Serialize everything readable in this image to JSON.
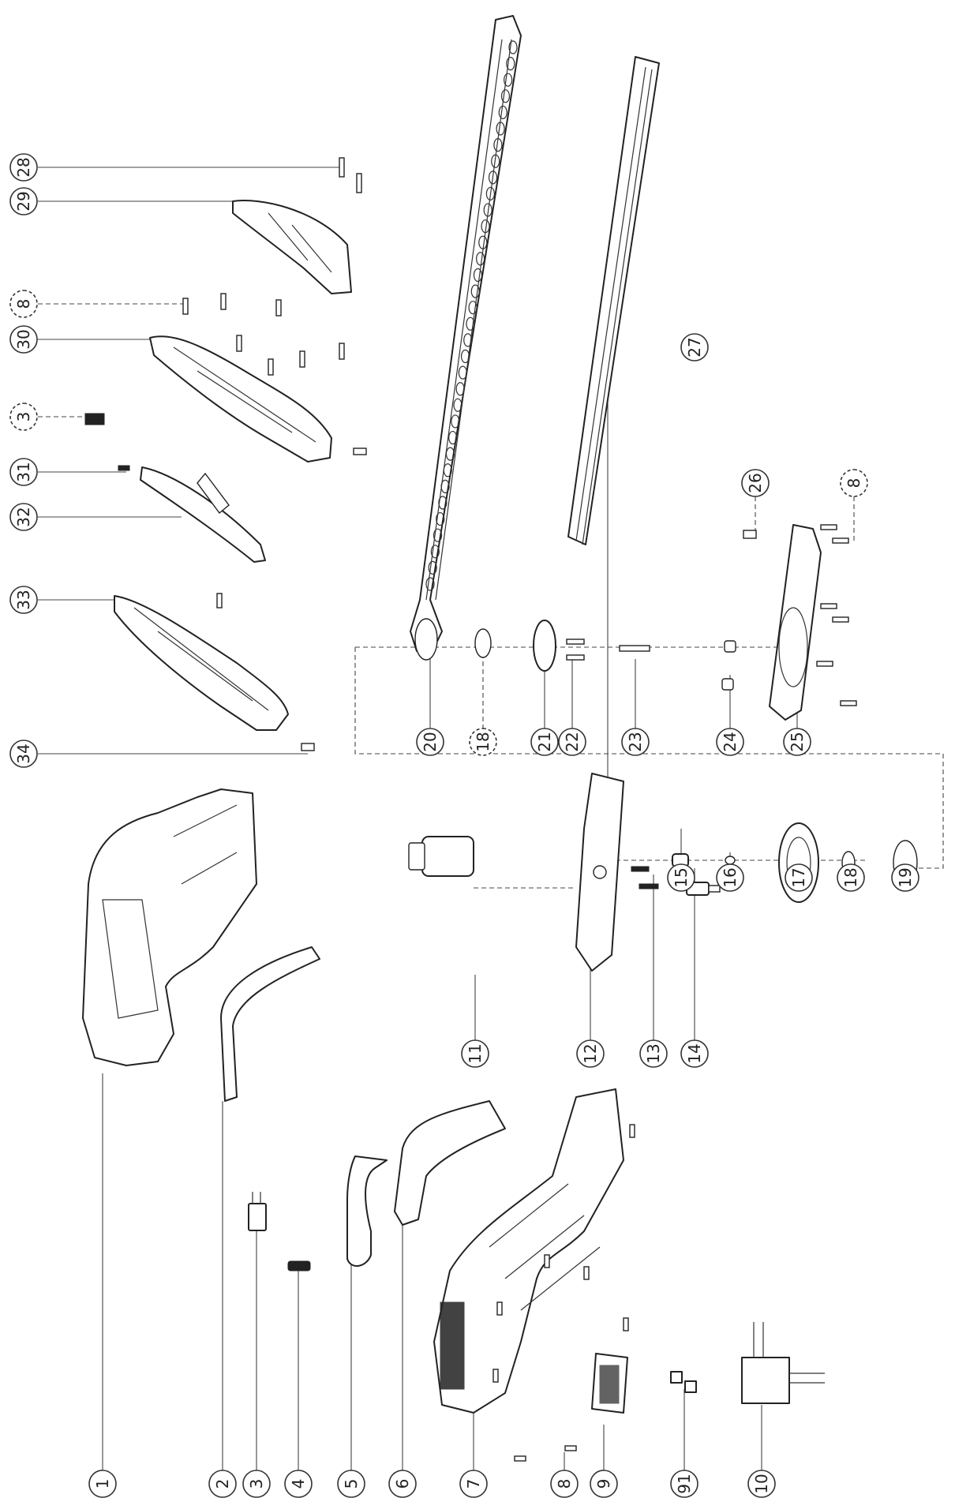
{
  "labels": [
    {
      "id": "p1",
      "text": "1",
      "dashed": false
    },
    {
      "id": "p2",
      "text": "2",
      "dashed": false
    },
    {
      "id": "p3",
      "text": "3",
      "dashed": false
    },
    {
      "id": "p4",
      "text": "4",
      "dashed": false
    },
    {
      "id": "p5",
      "text": "5",
      "dashed": false
    },
    {
      "id": "p6",
      "text": "6",
      "dashed": false
    },
    {
      "id": "p7",
      "text": "7",
      "dashed": false
    },
    {
      "id": "p8",
      "text": "8",
      "dashed": false
    },
    {
      "id": "p9",
      "text": "9",
      "dashed": false
    },
    {
      "id": "p91",
      "text": "91",
      "dashed": false
    },
    {
      "id": "p10",
      "text": "10",
      "dashed": false
    },
    {
      "id": "p11",
      "text": "11",
      "dashed": false
    },
    {
      "id": "p12",
      "text": "12",
      "dashed": false
    },
    {
      "id": "p13",
      "text": "13",
      "dashed": false
    },
    {
      "id": "p14",
      "text": "14",
      "dashed": false
    },
    {
      "id": "p15",
      "text": "15",
      "dashed": false
    },
    {
      "id": "p16",
      "text": "16",
      "dashed": false
    },
    {
      "id": "p17",
      "text": "17",
      "dashed": false
    },
    {
      "id": "p18b",
      "text": "18",
      "dashed": false
    },
    {
      "id": "p19",
      "text": "19",
      "dashed": false
    },
    {
      "id": "p20",
      "text": "20",
      "dashed": false
    },
    {
      "id": "p18a",
      "text": "18",
      "dashed": true
    },
    {
      "id": "p21",
      "text": "21",
      "dashed": false
    },
    {
      "id": "p22",
      "text": "22",
      "dashed": false
    },
    {
      "id": "p23",
      "text": "23",
      "dashed": false
    },
    {
      "id": "p24",
      "text": "24",
      "dashed": false
    },
    {
      "id": "p25",
      "text": "25",
      "dashed": false
    },
    {
      "id": "p26",
      "text": "26",
      "dashed": false
    },
    {
      "id": "p8b",
      "text": "8",
      "dashed": true
    },
    {
      "id": "p27",
      "text": "27",
      "dashed": false
    },
    {
      "id": "p28",
      "text": "28",
      "dashed": false
    },
    {
      "id": "p29",
      "text": "29",
      "dashed": false
    },
    {
      "id": "p8c",
      "text": "8",
      "dashed": true
    },
    {
      "id": "p30",
      "text": "30",
      "dashed": false
    },
    {
      "id": "p3b",
      "text": "3",
      "dashed": true
    },
    {
      "id": "p31",
      "text": "31",
      "dashed": false
    },
    {
      "id": "p32",
      "text": "32",
      "dashed": false
    },
    {
      "id": "p33",
      "text": "33",
      "dashed": false
    },
    {
      "id": "p34",
      "text": "34",
      "dashed": false
    }
  ]
}
